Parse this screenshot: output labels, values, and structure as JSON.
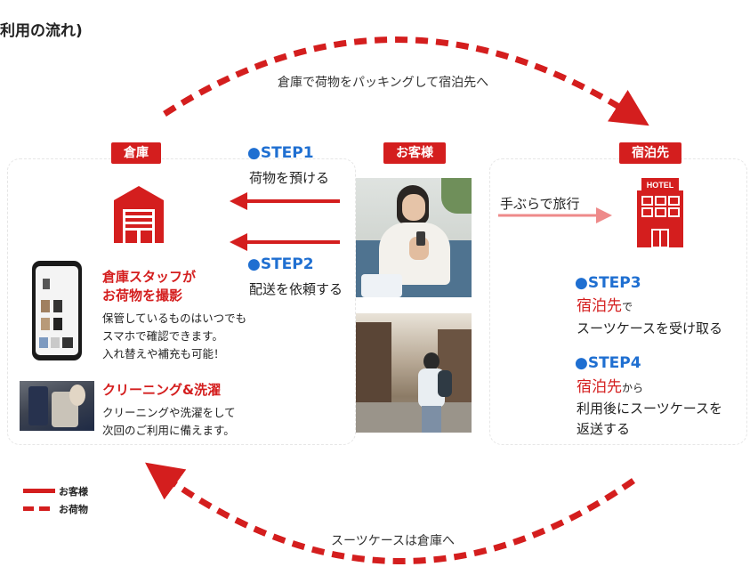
{
  "title": "利用の流れ)",
  "top_arc_label": "倉庫で荷物をパッキングして宿泊先へ",
  "bottom_arc_label": "スーツケースは倉庫へ",
  "colors": {
    "accent": "#d41e1e",
    "step_blue": "#1f6fd1",
    "light_arrow": "#ee8a8a"
  },
  "warehouse": {
    "badge": "倉庫",
    "icon": "warehouse-icon",
    "staff_heading_1": "倉庫スタッフが",
    "staff_heading_2": "お荷物を撮影",
    "staff_text_1": "保管しているものはいつでも",
    "staff_text_2": "スマホで確認できます。",
    "staff_text_3": "入れ替えや補充も可能！",
    "cleaning_heading": "クリーニング&洗濯",
    "cleaning_text_1": "クリーニングや洗濯をして",
    "cleaning_text_2": "次回のご利用に備えます。"
  },
  "customer": {
    "badge": "お客様"
  },
  "steps": {
    "step1_label": "●STEP1",
    "step1_desc": "荷物を預ける",
    "step2_label": "●STEP2",
    "step2_desc": "配送を依頼する",
    "travel_label": "手ぶらで旅行"
  },
  "hotel": {
    "badge": "宿泊先",
    "icon": "hotel-icon",
    "icon_sign": "HOTEL",
    "step3_label": "●STEP3",
    "step3_hl": "宿泊先",
    "step3_suffix": "で",
    "step3_desc": "スーツケースを受け取る",
    "step4_label": "●STEP4",
    "step4_hl": "宿泊先",
    "step4_suffix": "から",
    "step4_desc_1": "利用後にスーツケースを",
    "step4_desc_2": "返送する"
  },
  "legend": {
    "customer": "お客様",
    "luggage": "お荷物"
  }
}
